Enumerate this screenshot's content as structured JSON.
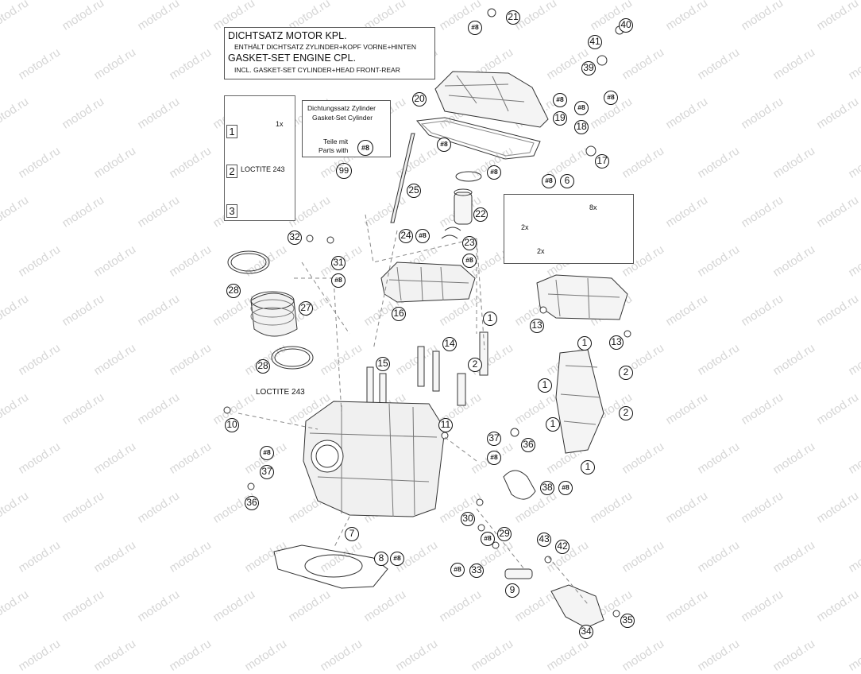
{
  "watermark": "motod.ru",
  "header_box": {
    "lines": [
      "DICHTSATZ MOTOR KPL.",
      "ENTHÄLT DICHTSATZ ZYLINDER+KOPF VORNE+HINTEN",
      "GASKET-SET ENGINE CPL.",
      "INCL. GASKET-SET CYLINDER+HEAD FRONT-REAR"
    ]
  },
  "instruction_box": {
    "steps": [
      "1",
      "2",
      "3"
    ],
    "note_1x": "1x",
    "loctite": "LOCTITE 243"
  },
  "kit_box": {
    "lines": [
      "Dichtungssatz Zylinder",
      "Gasket-Set Cylinder",
      "Teile mit",
      "Parts with"
    ],
    "kit_marker": "#8",
    "number": "99"
  },
  "gasket_box": {
    "labels": [
      "8x",
      "2x",
      "2x"
    ]
  },
  "loctite_label": "LOCTITE 243",
  "callouts": [
    {
      "label": "21",
      "kit": false
    },
    {
      "label": "#8",
      "kit": true
    },
    {
      "label": "40",
      "kit": false
    },
    {
      "label": "41",
      "kit": false
    },
    {
      "label": "39",
      "kit": false
    },
    {
      "label": "#8",
      "kit": true
    },
    {
      "label": "#8",
      "kit": true
    },
    {
      "label": "#8",
      "kit": true
    },
    {
      "label": "20",
      "kit": false
    },
    {
      "label": "19",
      "kit": false
    },
    {
      "label": "18",
      "kit": false
    },
    {
      "label": "17",
      "kit": false
    },
    {
      "label": "#8",
      "kit": true
    },
    {
      "label": "#8",
      "kit": true
    },
    {
      "label": "#8",
      "kit": true
    },
    {
      "label": "6",
      "kit": false
    },
    {
      "label": "25",
      "kit": false
    },
    {
      "label": "22",
      "kit": false
    },
    {
      "label": "24",
      "kit": false
    },
    {
      "label": "#8",
      "kit": true
    },
    {
      "label": "23",
      "kit": false
    },
    {
      "label": "#8",
      "kit": true
    },
    {
      "label": "32",
      "kit": false
    },
    {
      "label": "31",
      "kit": false
    },
    {
      "label": "#8",
      "kit": true
    },
    {
      "label": "28",
      "kit": false
    },
    {
      "label": "27",
      "kit": false
    },
    {
      "label": "16",
      "kit": false
    },
    {
      "label": "13",
      "kit": false
    },
    {
      "label": "13",
      "kit": false
    },
    {
      "label": "1",
      "kit": false
    },
    {
      "label": "14",
      "kit": false
    },
    {
      "label": "1",
      "kit": false
    },
    {
      "label": "28",
      "kit": false
    },
    {
      "label": "15",
      "kit": false
    },
    {
      "label": "2",
      "kit": false
    },
    {
      "label": "2",
      "kit": false
    },
    {
      "label": "1",
      "kit": false
    },
    {
      "label": "2",
      "kit": false
    },
    {
      "label": "1",
      "kit": false
    },
    {
      "label": "10",
      "kit": false
    },
    {
      "label": "11",
      "kit": false
    },
    {
      "label": "37",
      "kit": false
    },
    {
      "label": "36",
      "kit": false
    },
    {
      "label": "#8",
      "kit": true
    },
    {
      "label": "#8",
      "kit": true
    },
    {
      "label": "1",
      "kit": false
    },
    {
      "label": "37",
      "kit": false
    },
    {
      "label": "38",
      "kit": false
    },
    {
      "label": "#8",
      "kit": true
    },
    {
      "label": "36",
      "kit": false
    },
    {
      "label": "7",
      "kit": false
    },
    {
      "label": "30",
      "kit": false
    },
    {
      "label": "#8",
      "kit": true
    },
    {
      "label": "29",
      "kit": false
    },
    {
      "label": "43",
      "kit": false
    },
    {
      "label": "42",
      "kit": false
    },
    {
      "label": "8",
      "kit": false
    },
    {
      "label": "#8",
      "kit": true
    },
    {
      "label": "#8",
      "kit": true
    },
    {
      "label": "33",
      "kit": false
    },
    {
      "label": "9",
      "kit": false
    },
    {
      "label": "35",
      "kit": false
    },
    {
      "label": "34",
      "kit": false
    }
  ]
}
